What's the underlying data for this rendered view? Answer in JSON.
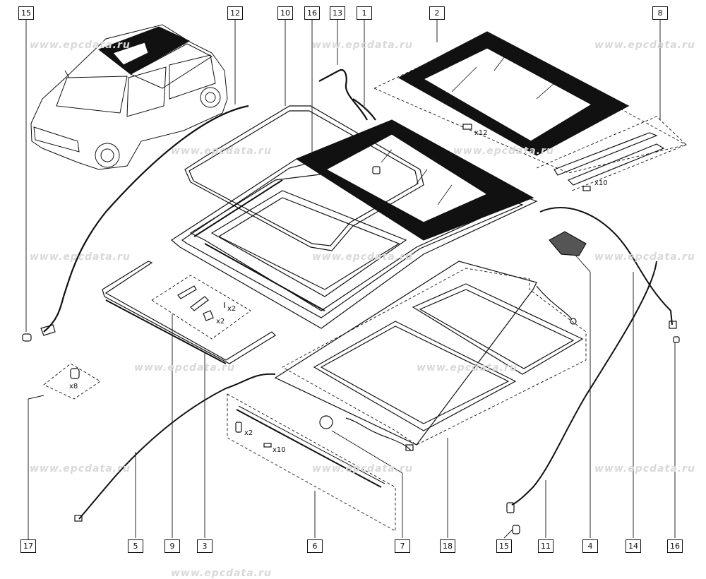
{
  "watermark": "www.epcdata.ru",
  "callouts": {
    "c15_top": "15",
    "c12": "12",
    "c10": "10",
    "c16_top": "16",
    "c13": "13",
    "c1": "1",
    "c2": "2",
    "c8": "8",
    "c17": "17",
    "c5": "5",
    "c9": "9",
    "c3": "3",
    "c6": "6",
    "c7": "7",
    "c18": "18",
    "c15_bottom": "15",
    "c11": "11",
    "c4": "4",
    "c14": "14",
    "c16_bottom": "16"
  },
  "quantities": {
    "glass_fixings": "x12",
    "trim_clips": "x10",
    "brackets": "x2",
    "screws": "x2",
    "nuts": "x8",
    "pins": "x2",
    "deflector_clips": "x10"
  },
  "colors": {
    "line": "#111111",
    "glass_frame": "#111111",
    "watermark": "#d9d9d9"
  }
}
